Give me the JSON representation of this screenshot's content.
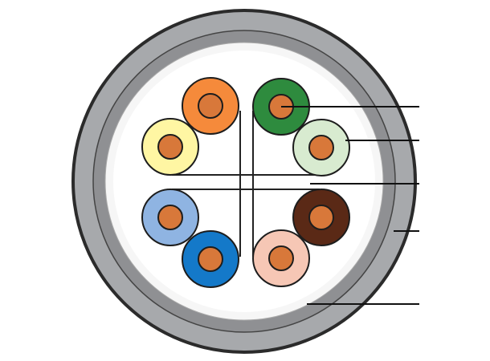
{
  "diagram": {
    "description_visible_text": "",
    "colors": {
      "outer_jacket": "#a7a9ac",
      "outer_jacket_outline": "#2b2b2b",
      "inner_sheath": "#8f9093",
      "insulation_gap": "#f6f6f6",
      "core_fill": "#ffffff",
      "separator": "#222222",
      "copper": "#d8783a",
      "leader_line": "#111111"
    },
    "wires": [
      {
        "name": "orange",
        "color": "#f58a3b"
      },
      {
        "name": "green",
        "color": "#2e8b3e"
      },
      {
        "name": "white-orange",
        "color": "#fff6a3"
      },
      {
        "name": "white-green",
        "color": "#d8ebd0"
      },
      {
        "name": "white-blue",
        "color": "#8fb4e2"
      },
      {
        "name": "brown",
        "color": "#5a2916"
      },
      {
        "name": "blue",
        "color": "#1479c9"
      },
      {
        "name": "white-brown",
        "color": "#f6c7b5"
      }
    ],
    "labels": []
  }
}
